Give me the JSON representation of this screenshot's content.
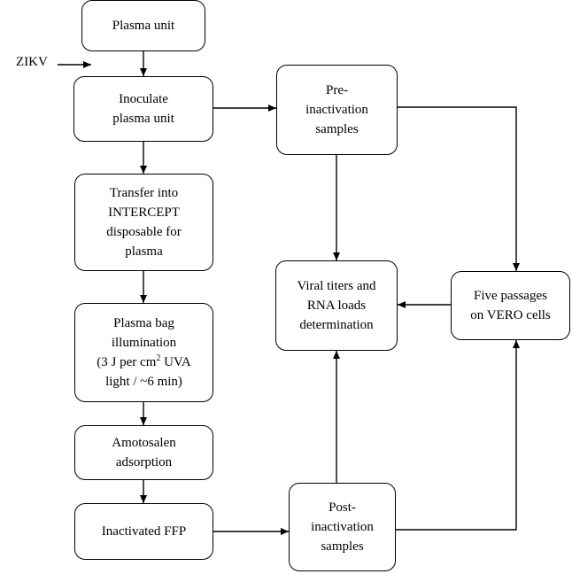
{
  "diagram": {
    "input_label": "ZIKV",
    "nodes": {
      "plasma_unit": {
        "lines": [
          "Plasma unit"
        ]
      },
      "inoculate": {
        "lines": [
          "Inoculate",
          "plasma unit"
        ]
      },
      "transfer": {
        "lines": [
          "Transfer into",
          "INTERCEPT",
          "disposable for",
          "plasma"
        ]
      },
      "illumination": {
        "lines": [
          "Plasma bag",
          "illumination"
        ],
        "dose_prefix": "(3 J per cm",
        "dose_superscript": "2",
        "dose_suffix": " UVA",
        "dose_line2": "light / ~6 min)"
      },
      "amotosalen": {
        "lines": [
          "Amotosalen",
          "adsorption"
        ]
      },
      "inactivated_ffp": {
        "lines": [
          "Inactivated FFP"
        ]
      },
      "pre_inactivation": {
        "lines": [
          "Pre-",
          "inactivation",
          "samples"
        ]
      },
      "viral_titers": {
        "lines": [
          "Viral titers and",
          "RNA loads",
          "determination"
        ]
      },
      "five_passages": {
        "lines": [
          "Five passages",
          "on VERO cells"
        ]
      },
      "post_inactivation": {
        "lines": [
          "Post-",
          "inactivation",
          "samples"
        ]
      }
    }
  }
}
